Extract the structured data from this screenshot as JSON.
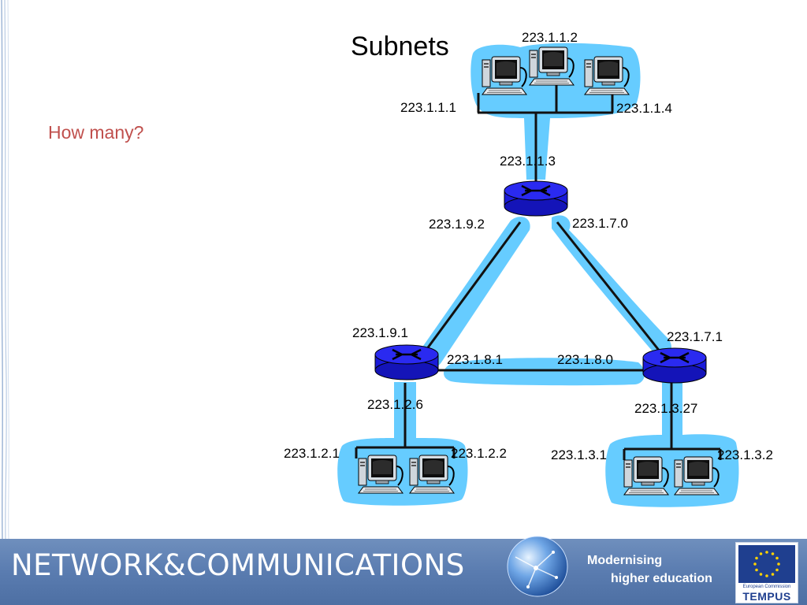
{
  "slide": {
    "title": "Subnets",
    "subtitle": "How many?"
  },
  "diagram": {
    "labels": {
      "top_host_left": "223.1.1.1",
      "top_host_middle": "223.1.1.2",
      "top_host_right": "223.1.1.4",
      "top_router": "223.1.1.3",
      "link_left_top": "223.1.9.2",
      "link_right_top": "223.1.7.0",
      "link_left_bottom": "223.1.9.1",
      "link_right_bottom": "223.1.7.1",
      "link_bottom_left": "223.1.8.1",
      "link_bottom_right": "223.1.8.0",
      "left_router_down": "223.1.2.6",
      "right_router_down": "223.1.3.27",
      "bl_host_left": "223.1.2.1",
      "bl_host_right": "223.1.2.2",
      "br_host_left": "223.1.3.1",
      "br_host_right": "223.1.3.2"
    },
    "colors": {
      "subnet_fill": "#66ccff",
      "router_fill": "#1a1ad9",
      "router_dark": "#0a0a8c",
      "link": "#111111"
    }
  },
  "footer": {
    "title": "NETWORK&COMMUNICATIONS",
    "slogan_line1": "Modernising",
    "slogan_line2": "higher education",
    "eu_caption": "European Commission",
    "eu_program": "TEMPUS"
  }
}
